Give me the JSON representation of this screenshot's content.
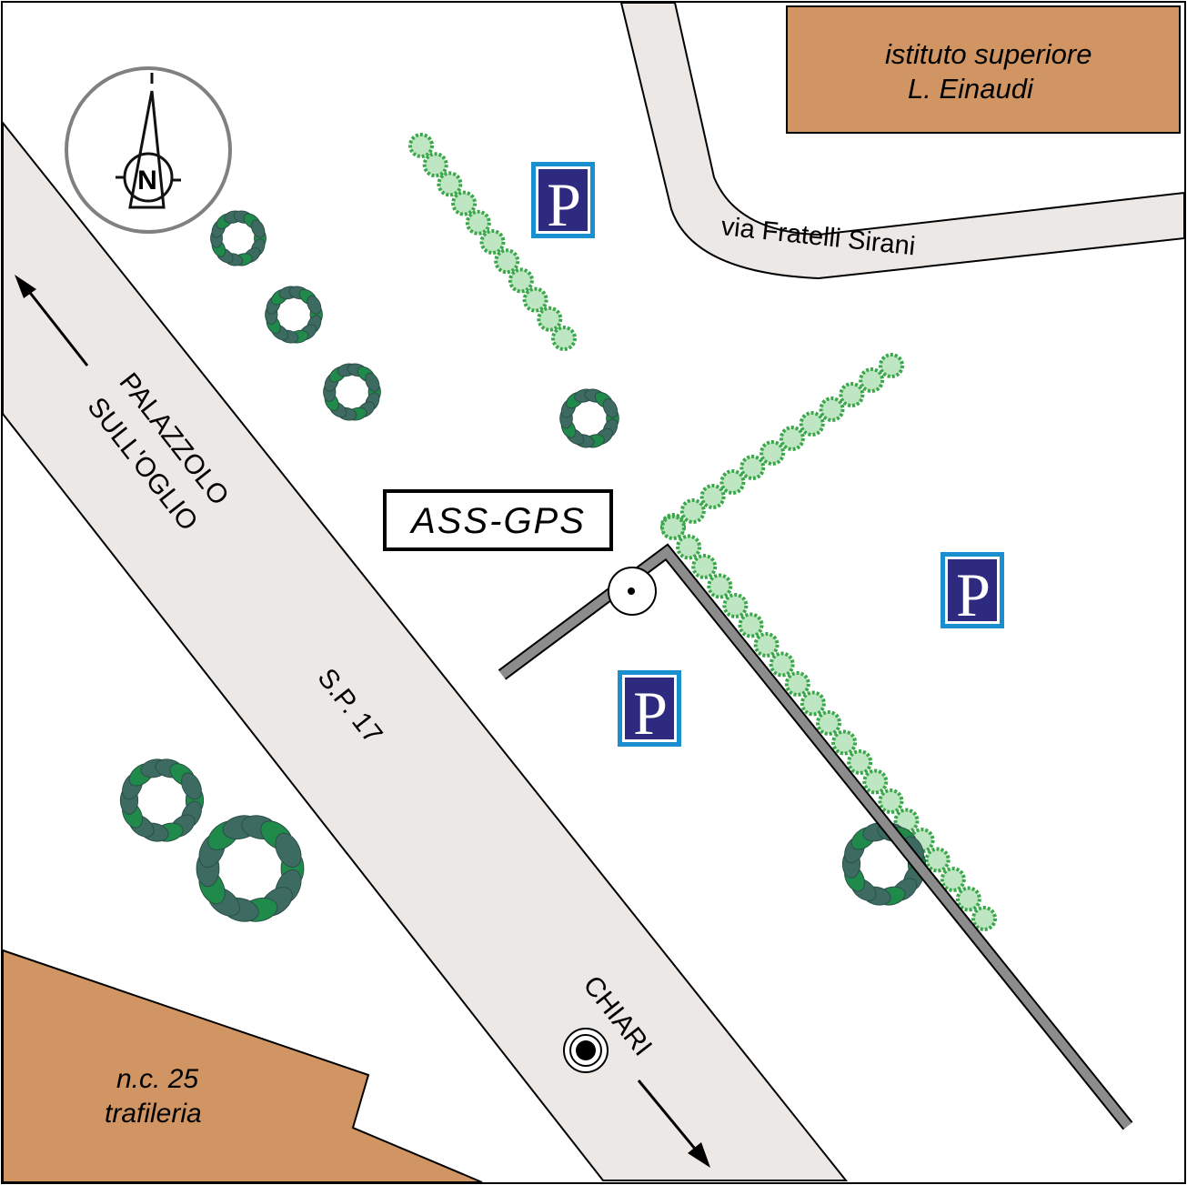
{
  "map": {
    "building_top": {
      "line1": "istituto superiore",
      "line2": "L. Einaudi"
    },
    "building_bottom": {
      "line1": "n.c. 25",
      "line2": "trafileria"
    },
    "street_sirani": "via Fratelli Sirani",
    "road_direction_north": {
      "line1": "PALAZZOLO",
      "line2": "SULL'OGLIO"
    },
    "road_name": "S.P. 17",
    "road_direction_south": "CHIARI",
    "station_label": "ASS-GPS",
    "parking_label": "P",
    "compass_label": "N",
    "colors": {
      "building": "#d09563",
      "road": "#ebe8e6",
      "parking_bg": "#2e2a80",
      "parking_border": "#1a8fd0",
      "tree": "#3d6b62",
      "hedge": "#3aa84a",
      "wall": "#8c8c8c"
    }
  }
}
